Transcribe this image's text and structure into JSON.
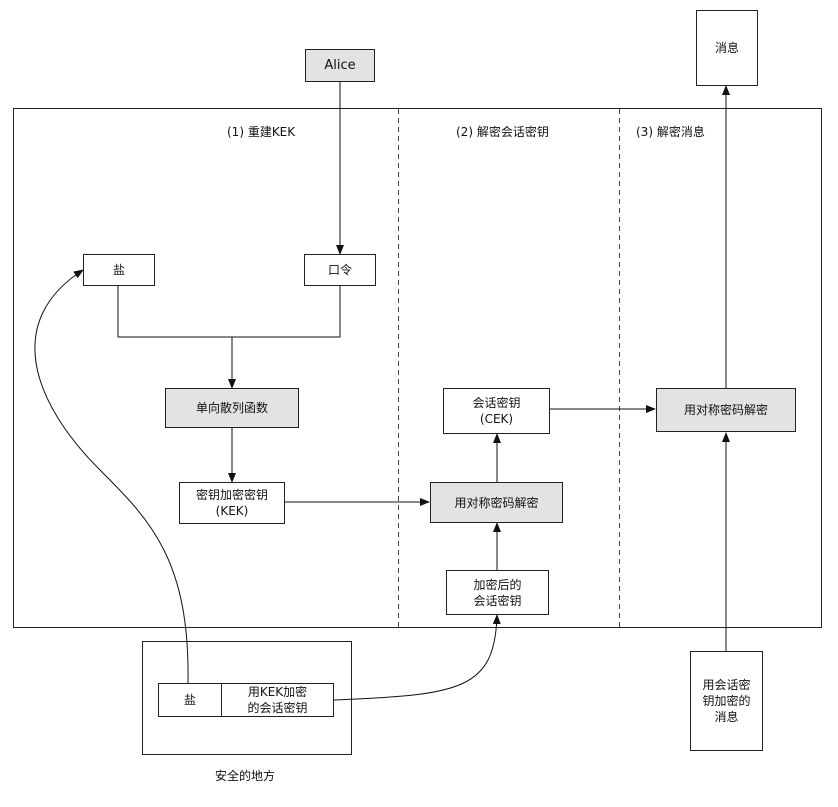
{
  "sections": {
    "s1": "(1) 重建KEK",
    "s2": "(2) 解密会话密钥",
    "s3": "(3) 解密消息"
  },
  "nodes": {
    "alice": "Alice",
    "salt": "盐",
    "password": "口令",
    "hash": "单向散列函数",
    "kek": "密钥加密密钥\n(KEK)",
    "cek": "会话密钥\n(CEK)",
    "sym_decrypt_1": "用对称密码解密",
    "sym_decrypt_2": "用对称密码解密",
    "enc_session_key": "加密后的\n会话密钥",
    "message": "消息",
    "enc_message": "用会话密\n钥加密的\n消息",
    "safe_salt": "盐",
    "safe_kek_encrypted": "用KEK加密\n的会话密钥"
  },
  "safe_place_label": "安全的地方"
}
